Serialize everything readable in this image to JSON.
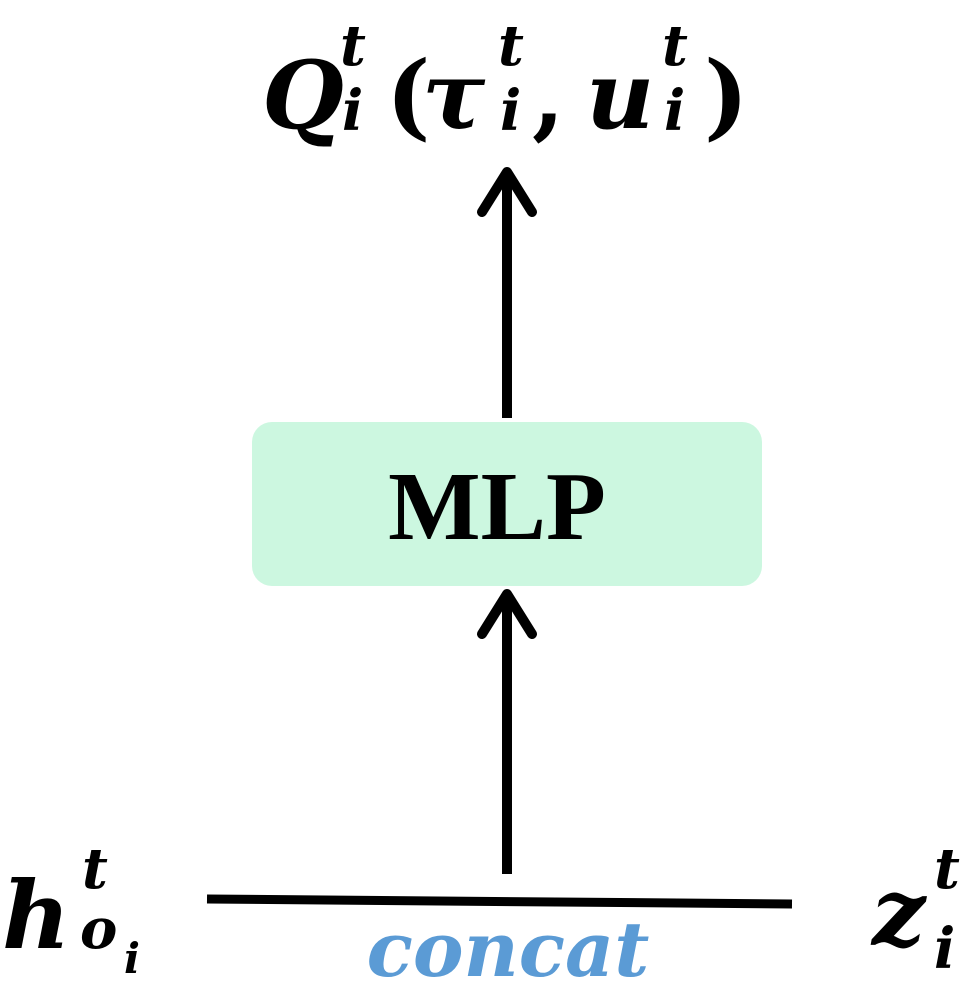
{
  "output": {
    "symbol": "Q",
    "symbol_sup": "t",
    "symbol_sub": "i",
    "open_paren": "(",
    "arg1": "τ",
    "arg1_sup": "t",
    "arg1_sub": "i",
    "comma": ",",
    "arg2": "u",
    "arg2_sup": "t",
    "arg2_sub": "i",
    "close_paren": ")"
  },
  "mlp_block": {
    "label": "MLP",
    "fill_color": "#ccf7e0"
  },
  "inputs": {
    "left": {
      "base": "h",
      "sup": "t",
      "sub": "o",
      "sub_sub": "i"
    },
    "right": {
      "base": "z",
      "sup": "t",
      "sub": "i"
    }
  },
  "concat": {
    "label": "concat",
    "color": "#5b9bd5"
  },
  "colors": {
    "line": "#000000",
    "text": "#000000"
  }
}
